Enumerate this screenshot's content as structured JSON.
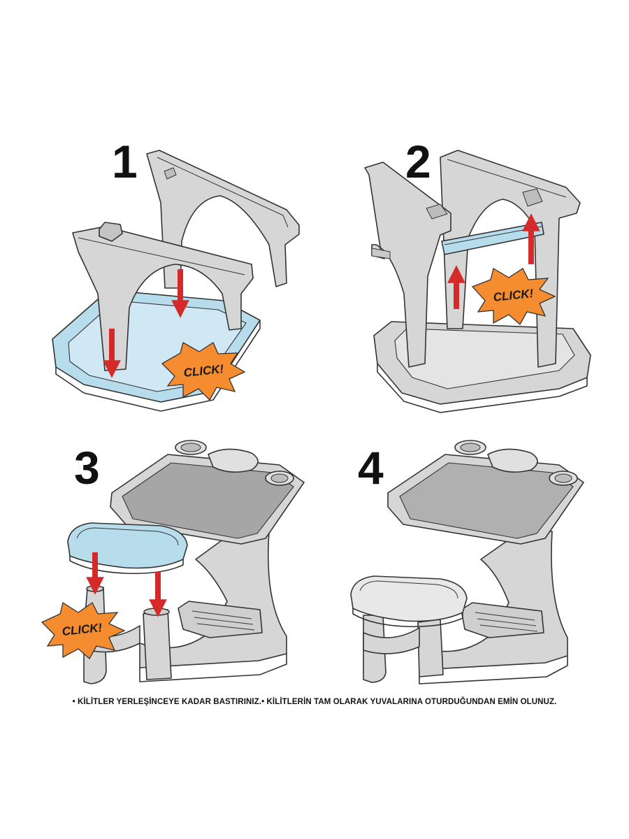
{
  "steps": [
    {
      "number": "1",
      "click_label": "CLICK!"
    },
    {
      "number": "2",
      "click_label": "CLICK!"
    },
    {
      "number": "3",
      "click_label": "CLICK!"
    },
    {
      "number": "4"
    }
  ],
  "colors": {
    "part_gray": "#d6d6d6",
    "part_blue": "#b7dcec",
    "arrow_red": "#d42a2a",
    "burst_orange": "#f68c30",
    "outline": "#333333"
  },
  "caption": "• KİLİTLER YERLEŞİNCEYE KADAR BASTIRINIZ.• KİLİTLERİN TAM OLARAK YUVALARINA OTURDUĞUNDAN EMİN OLUNUZ."
}
